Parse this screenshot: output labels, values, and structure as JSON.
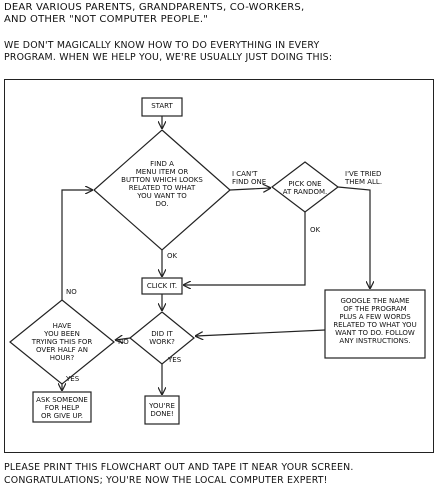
{
  "intro": {
    "line1": "DEAR VARIOUS PARENTS, GRANDPARENTS, CO-WORKERS,",
    "line2": "AND OTHER \"NOT COMPUTER PEOPLE.\"",
    "line3": "WE DON'T MAGICALLY KNOW HOW TO DO EVERYTHING IN EVERY",
    "line4": "PROGRAM. WHEN WE HELP YOU, WE'RE USUALLY JUST DOING THIS:"
  },
  "flowchart": {
    "start": "START",
    "find_item": "FIND A\nMENU ITEM OR\nBUTTON WHICH LOOKS\nRELATED TO WHAT\nYOU WANT TO\nDO.",
    "cant_find": "I CAN'T\nFIND ONE",
    "pick_random": "PICK ONE\nAT RANDOM.",
    "tried_all": "I'VE TRIED\nTHEM ALL.",
    "ok1": "OK",
    "ok2": "OK",
    "click_it": "CLICK IT.",
    "did_it_work": "DID IT\nWORK?",
    "no1": "NO",
    "no2": "NO",
    "yes1": "YES",
    "yes2": "YES",
    "been_trying": "HAVE\nYOU BEEN\nTRYING THIS FOR\nOVER HALF AN\nHOUR?",
    "ask_someone": "ASK SOMEONE\nFOR HELP\nOR GIVE UP.",
    "done": "YOU'RE\nDONE!",
    "google": "GOOGLE THE NAME\nOF THE PROGRAM\nPLUS A FEW WORDS\nRELATED TO WHAT YOU\nWANT TO DO. FOLLOW\nANY INSTRUCTIONS."
  },
  "footer": {
    "line1": "PLEASE PRINT THIS FLOWCHART OUT AND TAPE IT NEAR YOUR SCREEN.",
    "line2": "CONGRATULATIONS; YOU'RE NOW THE LOCAL COMPUTER EXPERT!"
  }
}
